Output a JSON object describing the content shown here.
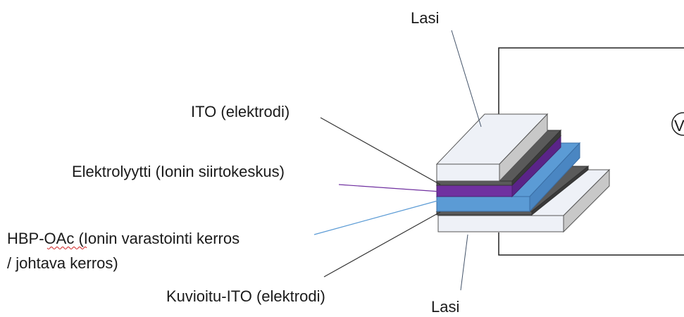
{
  "labels": {
    "glass_top": "Lasi",
    "ito": "ITO (elektrodi)",
    "electrolyte": "Elektrolyytti (Ionin siirtokeskus)",
    "hbp_prefix": "HBP-OAc",
    "hbp_rest": " (Ionin varastointi kerros",
    "hbp_line2": "/ johtava kerros)",
    "patterned_ito": "Kuvioitu-ITO (elektrodi)",
    "glass_bottom": "Lasi",
    "voltage_symbol": "V"
  },
  "colors": {
    "glass_face": "#eef1f7",
    "glass_side": "#c8c8c8",
    "ito_face": "#5a5a5a",
    "ito_side": "#3a3a3a",
    "electrolyte_face": "#7030a0",
    "electrolyte_side": "#5a2488",
    "hbp_face": "#5b9bd5",
    "hbp_side": "#4a86c2",
    "leader_dark": "#333333",
    "leader_glass": "#44546a",
    "leader_purple": "#7030a0",
    "leader_blue": "#5b9bd5"
  }
}
